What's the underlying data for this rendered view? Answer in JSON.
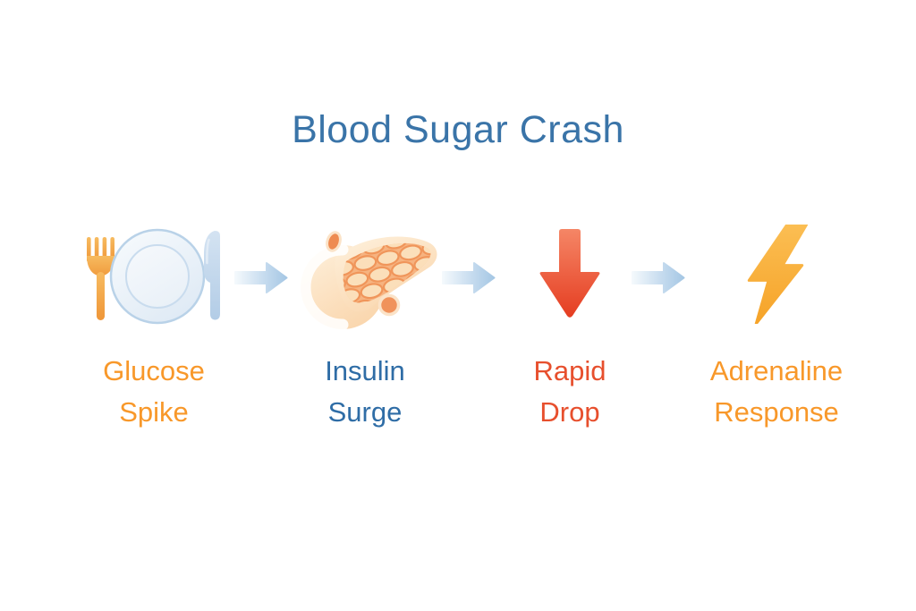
{
  "title": "Blood Sugar Crash",
  "colors": {
    "background": "#ffffff",
    "title_text": "#3a74a8",
    "flow_arrow_light": "#f4f9fc",
    "flow_arrow_dark": "#a5c7e4",
    "glucose_accent": "#f8982a",
    "insulin_accent": "#2f6da6",
    "rapid_accent": "#e74f2d",
    "adrenaline_accent": "#f8982a",
    "down_arrow_top": "#f58666",
    "down_arrow_bottom": "#e53d21",
    "bolt_top": "#fbbe53",
    "bolt_bottom": "#f6a328",
    "plate_blue": "#b9d2e8",
    "fork_orange": "#ef9638",
    "pancreas_cream": "#fad7af",
    "pancreas_cell_stroke": "#f0955a"
  },
  "connector_icon": "flow-arrow-icon",
  "steps": [
    {
      "icon": "plate-fork-knife-icon",
      "line1": "Glucose",
      "line2": "Spike"
    },
    {
      "icon": "pancreas-icon",
      "line1": "Insulin",
      "line2": "Surge"
    },
    {
      "icon": "down-arrow-icon",
      "line1": "Rapid",
      "line2": "Drop"
    },
    {
      "icon": "lightning-bolt-icon",
      "line1": "Adrenaline",
      "line2": "Response"
    }
  ]
}
